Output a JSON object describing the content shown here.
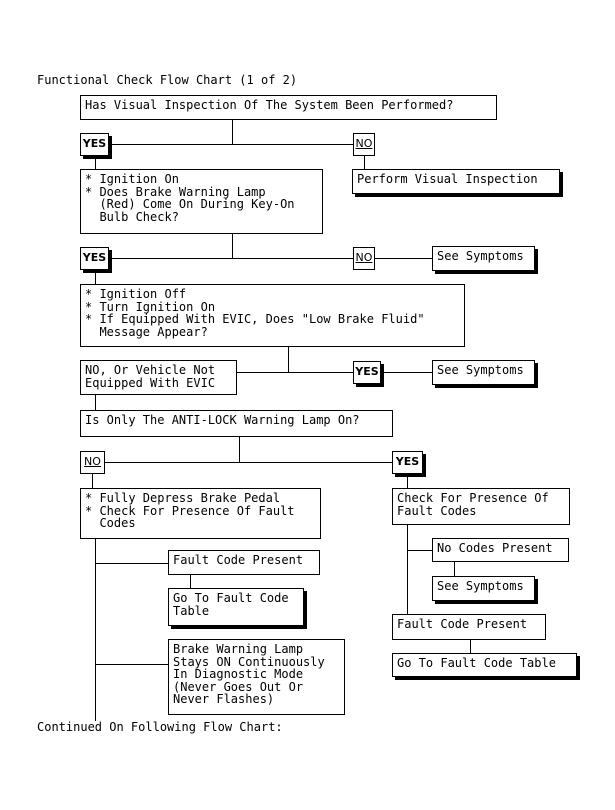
{
  "title": "Functional Check Flow Chart (1 of 2)",
  "footer": "Continued On Following Flow Chart:",
  "q1": "Has Visual Inspection Of The System Been Performed?",
  "q1_yes": "YES",
  "q1_no": "NO",
  "q1_no_action": "Perform Visual Inspection",
  "q2": "* Ignition On\n* Does Brake Warning Lamp\n  (Red) Come On During Key-On\n  Bulb Check?",
  "q2_yes": "YES",
  "q2_no": "NO",
  "q2_no_action": "See Symptoms",
  "q3": "* Ignition Off\n* Turn Ignition On\n* If Equipped With EVIC, Does \"Low Brake Fluid\"\n  Message Appear?",
  "q3_no": "NO, Or Vehicle Not\nEquipped With EVIC",
  "q3_yes": "YES",
  "q3_yes_action": "See Symptoms",
  "q4": "Is Only The ANTI-LOCK Warning Lamp On?",
  "q4_no": "NO",
  "q4_yes": "YES",
  "left_step": "* Fully Depress Brake Pedal\n* Check For Presence Of Fault\n  Codes",
  "left_fault_present": "Fault Code Present",
  "left_goto_table": "Go To Fault Code\nTable",
  "left_lamp_on": "Brake Warning Lamp\nStays ON Continuously\nIn Diagnostic Mode\n(Never Goes Out Or\nNever Flashes)",
  "right_step": "Check For Presence Of\nFault Codes",
  "right_no_codes": "No Codes Present",
  "right_see_symptoms": "See Symptoms",
  "right_fault_present": "Fault Code Present",
  "right_goto_table": "Go To Fault Code Table"
}
